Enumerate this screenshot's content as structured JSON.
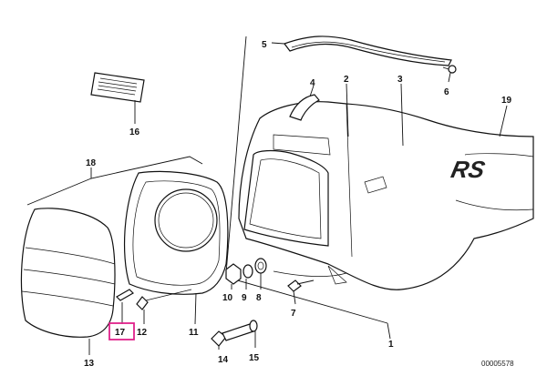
{
  "diagram": {
    "reference_number": "00005578",
    "highlighted_callout": "17",
    "highlight_color": "#e0218a",
    "brand_lettering": "RS",
    "callouts": [
      {
        "id": "c1",
        "label": "1"
      },
      {
        "id": "c2",
        "label": "2"
      },
      {
        "id": "c3",
        "label": "3"
      },
      {
        "id": "c4",
        "label": "4"
      },
      {
        "id": "c5",
        "label": "5"
      },
      {
        "id": "c6",
        "label": "6"
      },
      {
        "id": "c7",
        "label": "7"
      },
      {
        "id": "c8",
        "label": "8"
      },
      {
        "id": "c9",
        "label": "9"
      },
      {
        "id": "c10",
        "label": "10"
      },
      {
        "id": "c11",
        "label": "11"
      },
      {
        "id": "c12",
        "label": "12"
      },
      {
        "id": "c13",
        "label": "13"
      },
      {
        "id": "c14",
        "label": "14"
      },
      {
        "id": "c15",
        "label": "15"
      },
      {
        "id": "c16",
        "label": "16"
      },
      {
        "id": "c17",
        "label": "17"
      },
      {
        "id": "c18",
        "label": "18"
      },
      {
        "id": "c19",
        "label": "19"
      }
    ]
  }
}
